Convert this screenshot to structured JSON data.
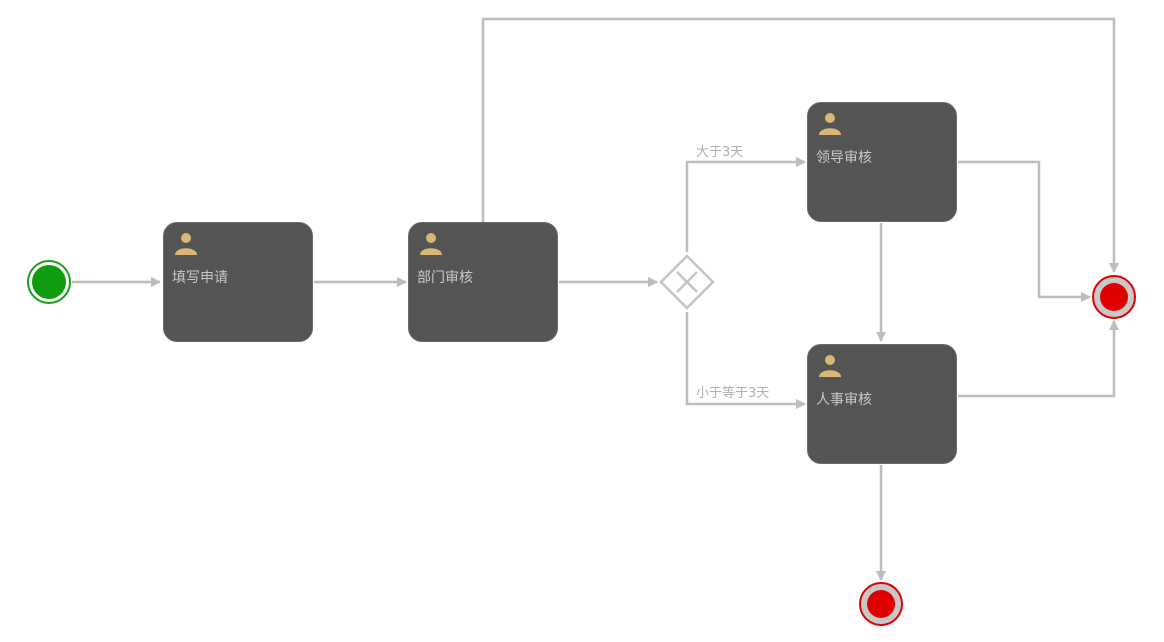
{
  "diagram": {
    "tasks": {
      "fill_application": {
        "label": "填写申请",
        "icon": "user-icon"
      },
      "dept_review": {
        "label": "部门审核",
        "icon": "user-icon"
      },
      "leader_review": {
        "label": "领导审核",
        "icon": "user-icon"
      },
      "hr_review": {
        "label": "人事审核",
        "icon": "user-icon"
      }
    },
    "conditions": {
      "more_than_3_days": "大于3天",
      "at_most_3_days": "小于等于3天"
    },
    "colors": {
      "task_fill": "#545454",
      "edge": "#bdbdbd",
      "start_event": "#0f9d0f",
      "end_event": "#e00000",
      "user_icon": "#d9b776"
    }
  }
}
